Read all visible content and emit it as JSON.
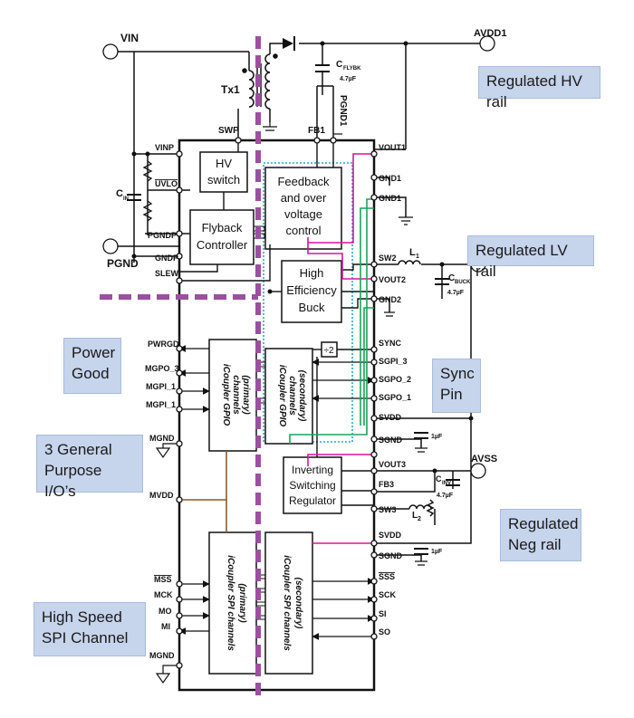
{
  "pins": {
    "vin": "VIN",
    "pgnd": "PGND",
    "avdd1": "AVDD1",
    "avss": "AVSS",
    "tx1": "Tx1",
    "swp": "SWP",
    "fb1": "FB1",
    "pgnd1": "PGND1",
    "cflybk": "C",
    "cflybk_sub": "FLYBK",
    "cflybk_val": "4.7µF",
    "cin": "C",
    "cin_sub": "IN",
    "vinp": "VINP",
    "uvlo": "UVLO",
    "pgndp": "PGNDP",
    "gndp": "GNDP",
    "slew": "SLEW",
    "pwrgd": "PWRGD",
    "mgpo3": "MGPO_3",
    "mgpi1a": "MGPI_1",
    "mgpi1b": "MGPI_1",
    "mgnd": "MGND",
    "mvdd": "MVDD",
    "mss": "MSS",
    "mck": "MCK",
    "mo": "MO",
    "mi": "MI",
    "mgnd2": "MGND",
    "vout1": "VOUT1",
    "gnd1a": "GND1",
    "gnd1b": "GND1",
    "sw2": "SW2",
    "vout2": "VOUT2",
    "gnd2": "GND2",
    "l1": "L",
    "l1_sub": "1",
    "cbuck": "C",
    "cbuck_sub": "BUCK",
    "cbuck_val": "4.7µF",
    "sync": "SYNC",
    "sgpi3": "SGPI_3",
    "sgpo2": "SGPO_2",
    "sgpo1": "SGPO_1",
    "svdd": "SVDD",
    "sgnd": "SGND",
    "cap1uf": "1µF",
    "vout3": "VOUT3",
    "fb3": "FB3",
    "sw3": "SW3",
    "cinv": "C",
    "cinv_sub": "INV",
    "cinv_val": "4.7µF",
    "l2": "L",
    "l2_sub": "2",
    "svdd2": "SVDD",
    "sgnd2": "SGND",
    "cap1uf2": "1µF",
    "sss": "SSS",
    "sck": "SCK",
    "si": "SI",
    "so": "SO"
  },
  "blocks": {
    "hv_switch": [
      "HV",
      "switch"
    ],
    "flyback": [
      "Flyback",
      "Controller"
    ],
    "feedback": [
      "Feedback",
      "and over",
      "voltage",
      "control"
    ],
    "buck": [
      "High",
      "Efficiency",
      "Buck"
    ],
    "div2": "÷2",
    "inverting": [
      "Inverting",
      "Switching",
      "Regulator"
    ],
    "gpio_primary": [
      "iCoupler GPIO",
      "channels",
      "(primary)"
    ],
    "gpio_secondary": [
      "iCoupler GPIO",
      "channels",
      "(secondary)"
    ],
    "spi_primary": [
      "iCoupler SPI channels",
      "(primary)"
    ],
    "spi_secondary": [
      "iCoupler SPI channels",
      "(secondary)"
    ]
  },
  "callouts": {
    "hv_rail": [
      "Regulated HV rail"
    ],
    "lv_rail": [
      "Regulated LV rail"
    ],
    "power_good": [
      "Power",
      "Good"
    ],
    "sync_pin": [
      "Sync",
      "Pin"
    ],
    "gpio": [
      "3 General",
      "Purpose I/O’s"
    ],
    "neg_rail": [
      "Regulated",
      "Neg rail"
    ],
    "spi": [
      "High Speed",
      "SPI Channel"
    ]
  },
  "colors": {
    "line": "#111111",
    "isolation": "#9b4fa0",
    "magenta": "#d4169a",
    "green": "#1ca35a",
    "brown": "#8b5a2b",
    "cyan": "#2aa7c9",
    "callout_bg": "#c6d4ec"
  }
}
